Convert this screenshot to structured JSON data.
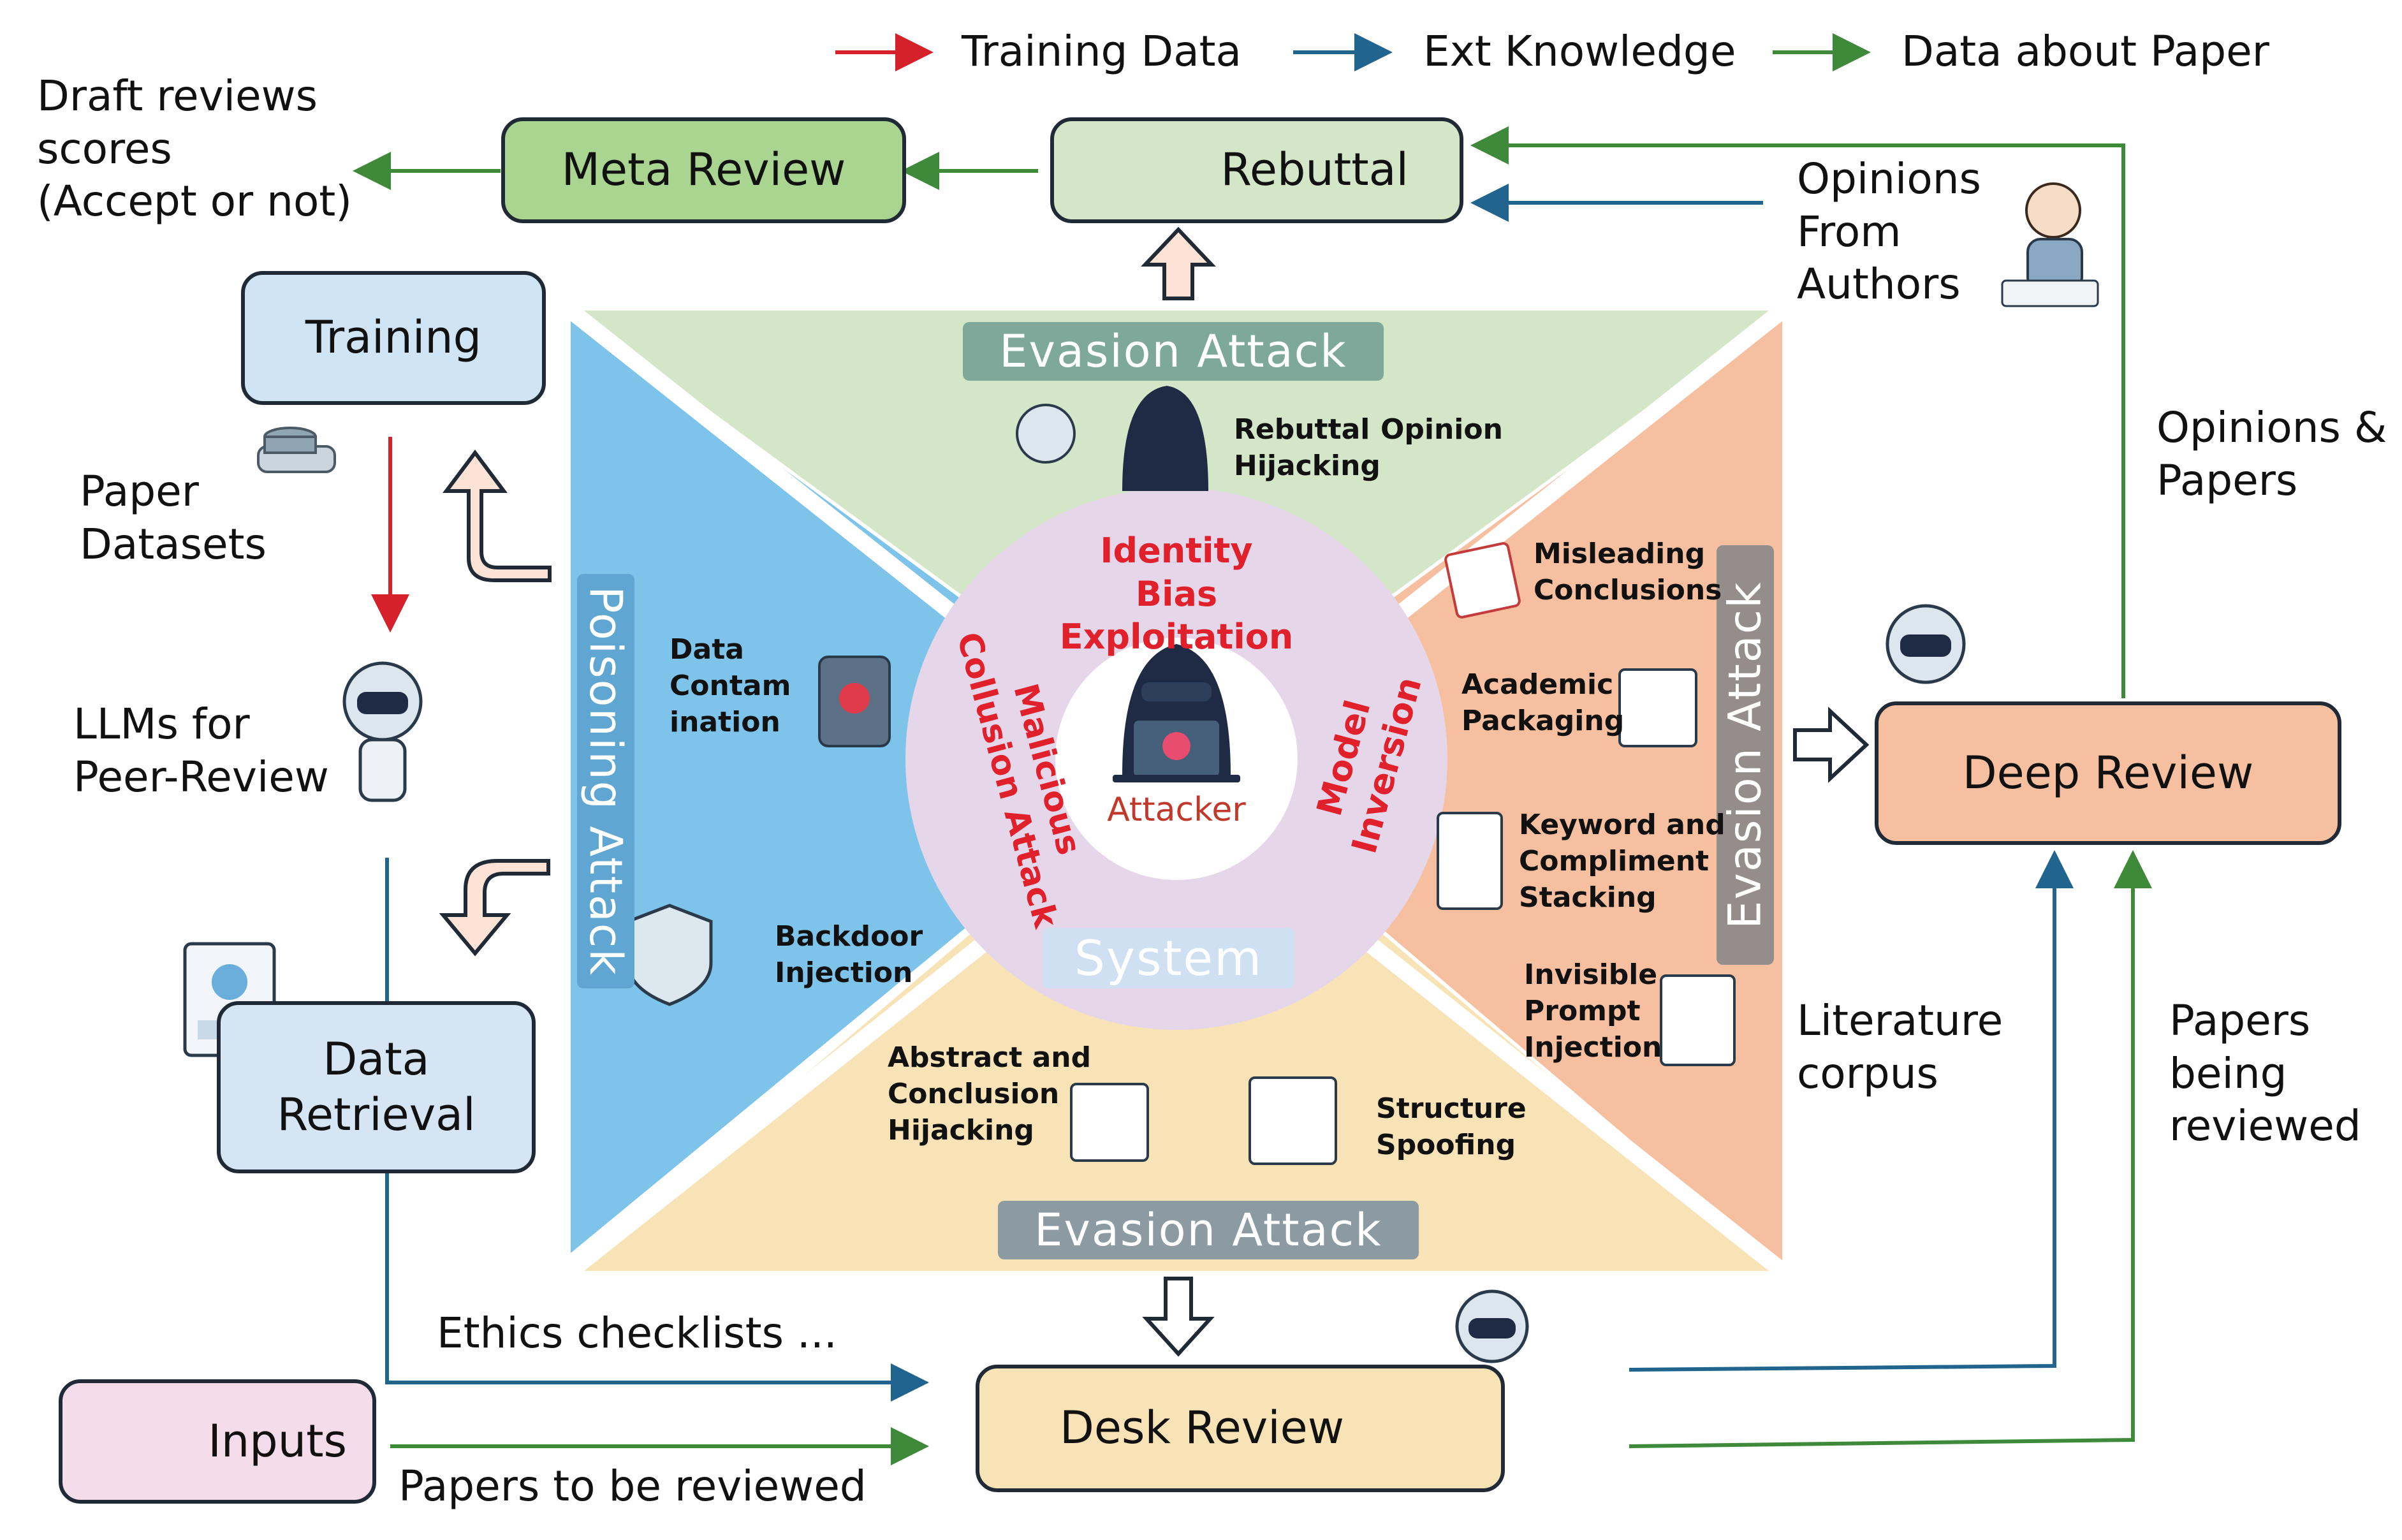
{
  "legend": {
    "training_data": "Training Data",
    "ext_knowledge": "Ext Knowledge",
    "data_about_paper": "Data about Paper"
  },
  "colors": {
    "training_arrow": "#d6202a",
    "knowledge_arrow": "#21648e",
    "paper_arrow": "#3e8a3a",
    "poisoning_region": "#7ec4ea",
    "rebuttal_region": "#d4e6c8",
    "model_region": "#f5bfa0",
    "desk_region": "#f8e3b7",
    "center_ring": "#e5d6e9"
  },
  "outputs": {
    "draft": "Draft reviews\nscores\n(Accept or not)"
  },
  "nodes": {
    "meta_review": "Meta Review",
    "rebuttal": "Rebuttal",
    "training": "Training",
    "data_retrieval": "Data\nRetrieval",
    "inputs": "Inputs",
    "desk_review": "Desk Review",
    "deep_review": "Deep Review"
  },
  "side_labels": {
    "paper_datasets": "Paper\nDatasets",
    "llms": "LLMs for\nPeer-Review",
    "opinions_authors": "Opinions\nFrom\nAuthors",
    "opinions_papers": "Opinions &\nPapers",
    "literature": "Literature\ncorpus",
    "papers_reviewed": "Papers\nbeing\nreviewed",
    "ethics": "Ethics checklists  ...",
    "papers_to_review": "Papers to be reviewed"
  },
  "attack_bands": {
    "top": "Evasion Attack",
    "left": "Poisoning Attack",
    "right": "Evasion Attack",
    "bottom": "Evasion Attack",
    "system": "System"
  },
  "attacks": {
    "rebuttal_hijacking": "Rebuttal\nHijacking",
    "opinion": "Opinion",
    "data_contamination": "Data\nContam\nination",
    "backdoor_injection": "Backdoor\nInjection",
    "misleading": "Misleading\nConclusions",
    "academic": "Academic\nPackaging",
    "keyword": "Keyword and\nCompliment\nStacking",
    "invisible": "Invisible\nPrompt\nInjection",
    "abstract": "Abstract and\nConclusion\nHijacking",
    "structure": "Structure\nSpoofing"
  },
  "center": {
    "identity_bias": "Identity Bias\nExploitation",
    "malicious": "Malicious\nCollusion Attack",
    "model_inversion": "Model\nInversion",
    "attacker": "Attacker"
  }
}
